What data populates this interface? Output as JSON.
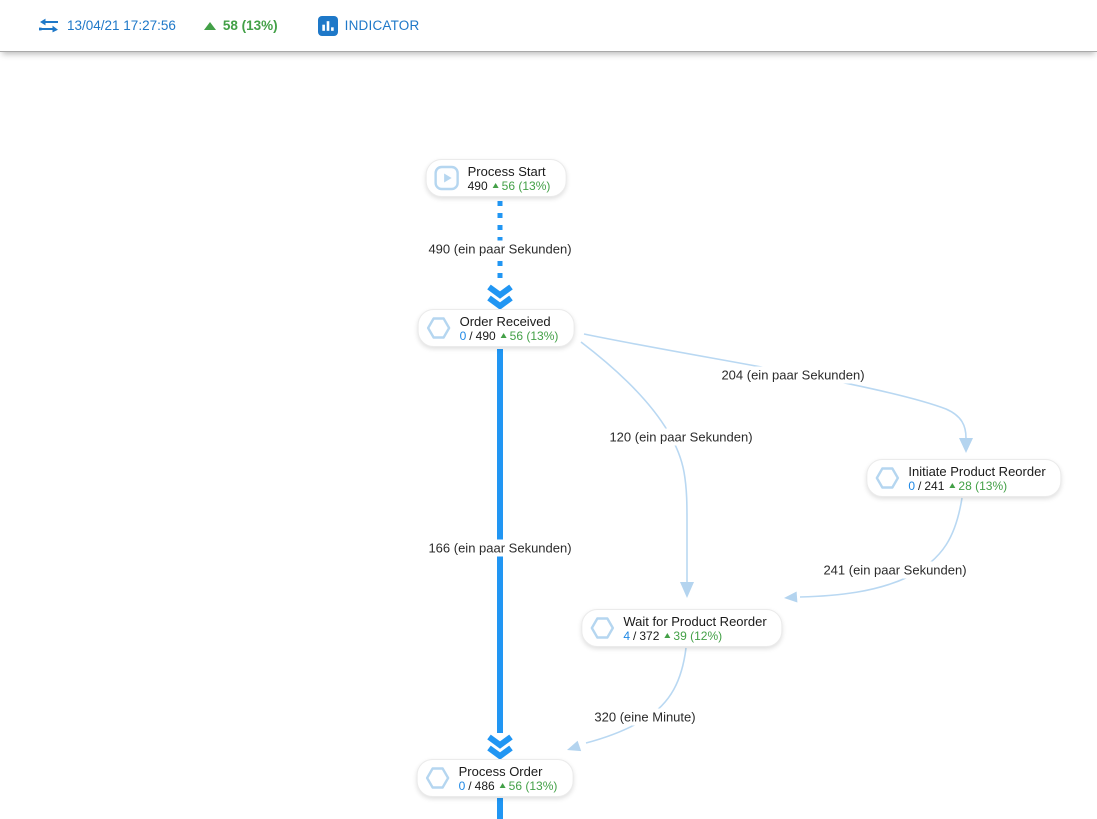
{
  "colors": {
    "accent_blue": "#2196f3",
    "edge_light_blue": "#b9d8f2",
    "toolbar_blue": "#1e78c8",
    "green": "#43a047",
    "count_blue": "#1e88e5"
  },
  "toolbar": {
    "timestamp": "13/04/21 17:27:56",
    "trend_value": "58 (13%)",
    "indicator_label": "INDICATOR"
  },
  "diagram": {
    "nodes": [
      {
        "id": "process-start",
        "title": "Process Start",
        "total": "490",
        "delta": "56 (13%)"
      },
      {
        "id": "order-received",
        "title": "Order Received",
        "current": "0",
        "sep": "/",
        "total": "490",
        "delta": "56 (13%)"
      },
      {
        "id": "initiate-product-reorder",
        "title": "Initiate Product Reorder",
        "current": "0",
        "sep": "/",
        "total": "241",
        "delta": "28 (13%)"
      },
      {
        "id": "wait-for-product-reorder",
        "title": "Wait for Product Reorder",
        "current": "4",
        "sep": "/",
        "total": "372",
        "delta": "39 (12%)"
      },
      {
        "id": "process-order",
        "title": "Process Order",
        "current": "0",
        "sep": "/",
        "total": "486",
        "delta": "56 (13%)"
      }
    ],
    "edges": [
      {
        "from": "process-start",
        "to": "order-received",
        "label": "490 (ein paar Sekunden)"
      },
      {
        "from": "order-received",
        "to": "initiate-product-reorder",
        "label": "204 (ein paar Sekunden)"
      },
      {
        "from": "order-received",
        "to": "wait-for-product-reorder",
        "label": "120 (ein paar Sekunden)"
      },
      {
        "from": "order-received",
        "to": "process-order",
        "label": "166 (ein paar Sekunden)"
      },
      {
        "from": "initiate-product-reorder",
        "to": "wait-for-product-reorder",
        "label": "241 (ein paar Sekunden)"
      },
      {
        "from": "wait-for-product-reorder",
        "to": "process-order",
        "label": "320 (eine Minute)"
      }
    ]
  }
}
